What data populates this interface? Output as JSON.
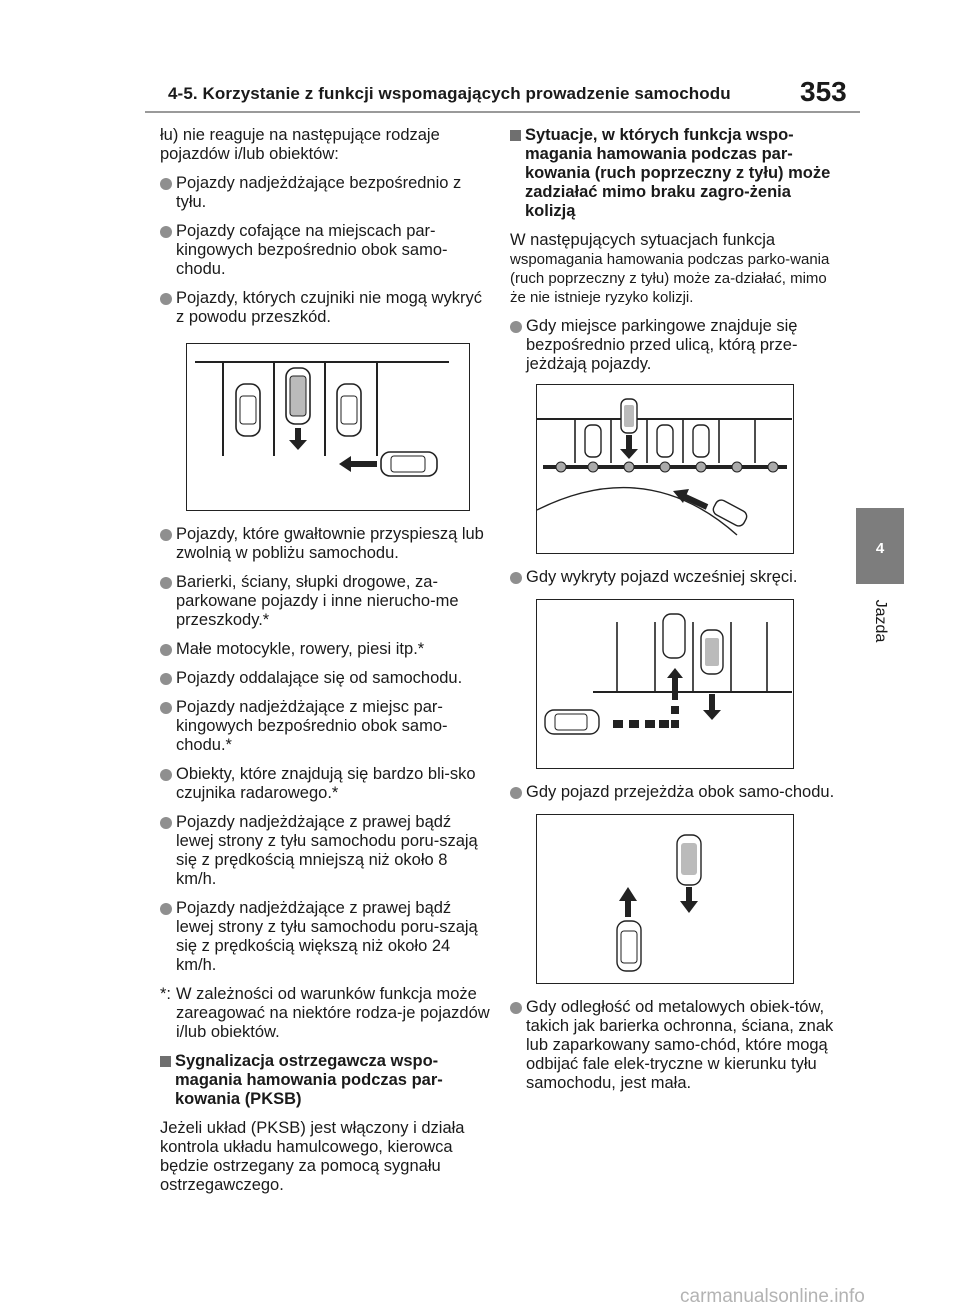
{
  "header": {
    "title": "4-5. Korzystanie z funkcji wspomagających prowadzenie samochodu",
    "page_number": "353"
  },
  "side_tab": {
    "number": "4",
    "label": "Jazda"
  },
  "left": {
    "intro": "łu) nie reaguje na następujące rodzaje pojazdów i/lub obiektów:",
    "bullets_a": [
      "Pojazdy nadjeżdżające bezpośrednio z tyłu.",
      "Pojazdy cofające na miejscach par-kingowych bezpośrednio obok samo-chodu.",
      "Pojazdy, których czujniki nie mogą wykryć z powodu przeszkód."
    ],
    "bullets_b": [
      "Pojazdy, które gwałtownie przyspieszą lub zwolnią w pobliżu samochodu.",
      "Barierki, ściany, słupki drogowe, za-parkowane pojazdy i inne nierucho-me przeszkody.*",
      "Małe motocykle, rowery, piesi itp.*",
      "Pojazdy oddalające się od samochodu.",
      "Pojazdy nadjeżdżające z miejsc par-kingowych bezpośrednio obok samo-chodu.*",
      "Obiekty, które znajdują się bardzo bli-sko czujnika radarowego.*",
      "Pojazdy nadjeżdżające z prawej bądź lewej strony z tyłu samochodu poru-szają się z prędkością mniejszą niż około 8 km/h.",
      "Pojazdy nadjeżdżające z prawej bądź lewej strony z tyłu samochodu poru-szają się z prędkością większą niż około 24 km/h."
    ],
    "note_mark": "*:",
    "note_text": "W zależności od warunków funkcja może zareagować na niektóre rodza-je pojazdów i/lub obiektów.",
    "heading": "Sygnalizacja ostrzegawcza wspo-magania hamowania podczas par-kowania (PKSB)",
    "paragraph": "Jeżeli układ (PKSB) jest włączony i działa kontrola układu hamulcowego, kierowca będzie ostrzegany za pomocą sygnału ostrzegawczego."
  },
  "right": {
    "heading": "Sytuacje, w których funkcja wspo-magania hamowania podczas par-kowania (ruch poprzeczny z tyłu) może zadziałać mimo braku zagro-żenia kolizją",
    "intro_1": "W następujących sytuacjach funkcja",
    "intro_2": "wspomagania hamowania podczas parko-wania (ruch poprzeczny z tyłu) może za-działać, mimo że nie istnieje ryzyko kolizji.",
    "bullet_1": "Gdy miejsce parkingowe znajduje się bezpośrednio przed ulicą, którą prze-jeżdżają pojazdy.",
    "bullet_2": "Gdy wykryty pojazd wcześniej skręci.",
    "bullet_3": "Gdy pojazd przejeżdża obok samo-chodu.",
    "bullet_4": "Gdy odległość od metalowych obiek-tów, takich jak barierka ochronna, ściana, znak lub zaparkowany samo-chód, które mogą odbijać fale elek-tryczne w kierunku tyłu samochodu, jest mała."
  },
  "watermark": "carmanualsonline.info"
}
